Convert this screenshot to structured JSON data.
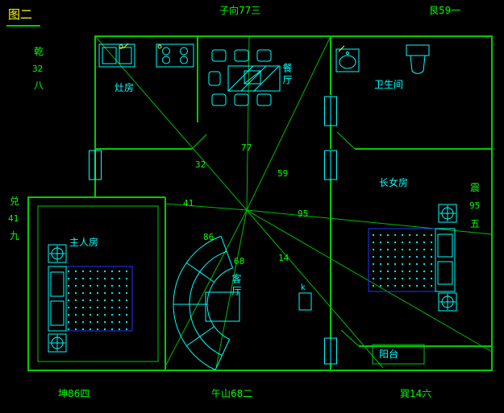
{
  "figure_label": "图二",
  "compass": {
    "top_center": "子向77三",
    "top_right": "艮59一",
    "bottom_left": "坤86四",
    "bottom_center": "午山68二",
    "bottom_right": "巽14六",
    "left_top": [
      "乾",
      "32",
      "八"
    ],
    "left_mid": [
      "兑",
      "41",
      "九"
    ],
    "right_mid": [
      "震",
      "95",
      "五"
    ]
  },
  "sectors": {
    "n": "77",
    "nw": "32",
    "ne": "59",
    "w": "41",
    "e": "95",
    "sw": "86",
    "s": "68",
    "se": "14"
  },
  "rooms": {
    "kitchen": "灶房",
    "dining": "餐厅",
    "bathroom": "卫生间",
    "daughter_room": "长女房",
    "master_room": "主人房",
    "living": "客厅",
    "balcony": "阳台"
  },
  "annotations": {
    "lamp": "k"
  },
  "colors": {
    "background": "#000000",
    "walls": "#00cc00",
    "text_green": "#00ff00",
    "fixtures": "#00ffff",
    "beds": "#2233ff",
    "accent": "#ffff00"
  }
}
